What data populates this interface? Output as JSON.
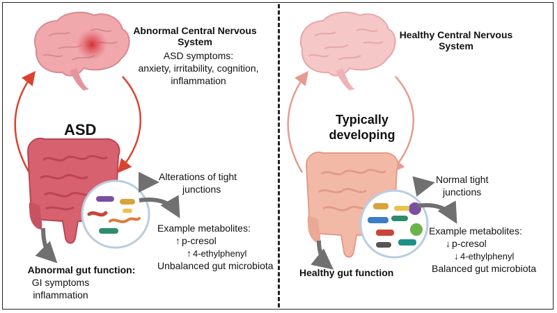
{
  "left": {
    "cns_title": "Abnormal Central Nervous System",
    "symptoms_title": "ASD symptoms:",
    "symptoms_line1": "anxiety, irritability, cognition,",
    "symptoms_line2": "inflammation",
    "center_label": "ASD",
    "tight_junctions_line1": "Alterations of tight",
    "tight_junctions_line2": "junctions",
    "metabolites_title": "Example metabolites:",
    "metabolite1": "p-cresol",
    "metabolite2": "4-ethylphenyl",
    "microbiota": "Unbalanced gut microbiota",
    "gut_function_title": "Abnormal gut function:",
    "gut_line1": "GI symptoms",
    "gut_line2": "inflammation",
    "arrow_up": "↑"
  },
  "right": {
    "cns_title": "Healthy Central Nervous System",
    "center_label_line1": "Typically",
    "center_label_line2": "developing",
    "tight_junctions_line1": "Normal tight",
    "tight_junctions_line2": "junctions",
    "metabolites_title": "Example metabolites:",
    "metabolite1": "p-cresol",
    "metabolite2": "4-ethylphenyl",
    "microbiota": "Balanced gut microbiota",
    "gut_function_title": "Healthy gut function",
    "arrow_down": "↓"
  },
  "colors": {
    "asd_arrow": "#d9432f",
    "healthy_arrow": "#e79a90",
    "brain_abnormal": "#f0a8ad",
    "brain_healthy": "#f6c7c7",
    "gut_abnormal": "#d8616f",
    "gut_healthy": "#f3b9a7",
    "grey_arrow": "#707070"
  }
}
